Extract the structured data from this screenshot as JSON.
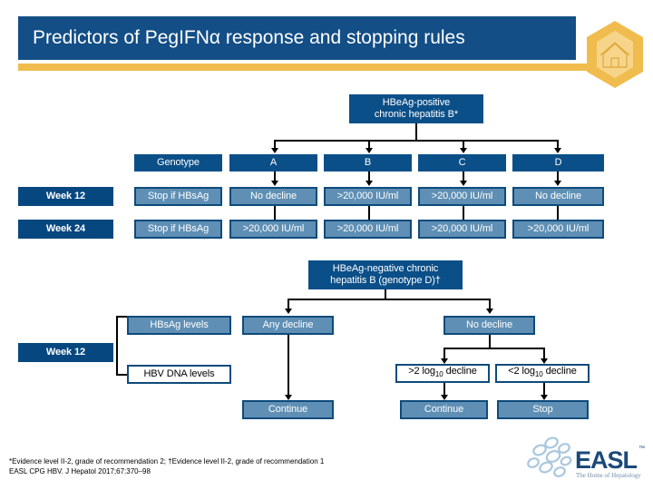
{
  "banner": {
    "title": "Predictors of PegIFNα response and stopping rules",
    "bar_color": "#134e86",
    "underline_color": "#f0bc4e",
    "logo_icon": "hexagon-house-icon"
  },
  "section_hbeag_positive": {
    "title_line1": "HBeAg-positive",
    "title_line2": "chronic hepatitis B*",
    "header_row": {
      "label": "Genotype",
      "genotypes": [
        "A",
        "B",
        "C",
        "D"
      ]
    },
    "rows": [
      {
        "week_label": "Week 12",
        "marker": "Stop if HBsAg",
        "cells": [
          "No decline",
          ">20,000 IU/ml",
          ">20,000 IU/ml",
          "No decline"
        ]
      },
      {
        "week_label": "Week 24",
        "marker": "Stop if HBsAg",
        "cells": [
          ">20,000 IU/ml",
          ">20,000 IU/ml",
          ">20,000 IU/ml",
          ">20,000 IU/ml"
        ]
      }
    ]
  },
  "section_hbeag_negative": {
    "title_line1": "HBeAg-negative chronic",
    "title_line2": "hepatitis B (genotype D)†",
    "week_label": "Week 12",
    "criteria": [
      "HBsAg levels",
      "HBV DNA levels"
    ],
    "left_branch": {
      "condition": "Any decline",
      "outcome": "Continue"
    },
    "right_branch": {
      "condition": "No decline",
      "sub_conditions": [
        ">2 log",
        "<2 log"
      ],
      "sub_condition_sub": "10",
      "sub_condition_suffix": "decline",
      "sub_condition_full": [
        ">2 log10 decline",
        "<2 log10 decline"
      ],
      "outcomes": [
        "Continue",
        "Stop"
      ]
    }
  },
  "footnotes": {
    "line1_a": "*Evidence level II-2, grade of recommendation 2; ",
    "line1_b": "†Evidence level II-2, grade of recommendation 1",
    "line2": "EASL CPG HBV. J Hepatol 2017;67:370–98"
  },
  "easl_logo": {
    "wordmark": "EASL",
    "trademark": "™",
    "tagline": "The Home of Hepatology",
    "brand_color": "#1b4a7a"
  }
}
